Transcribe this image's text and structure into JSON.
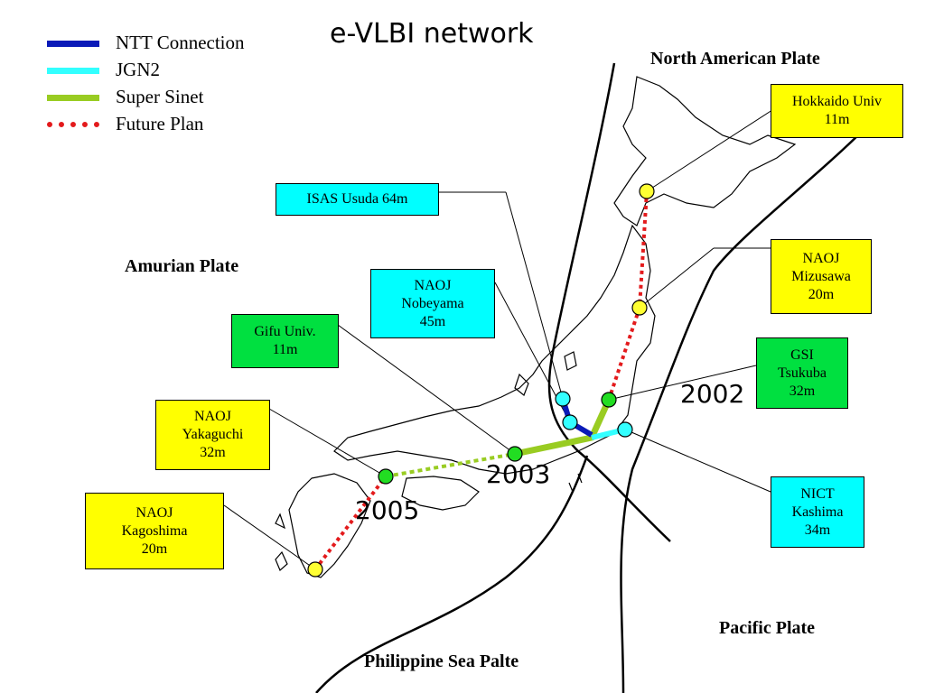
{
  "title": "e-VLBI network",
  "legend": [
    {
      "label": "NTT Connection",
      "color": "#0a1ab8",
      "style": "solid"
    },
    {
      "label": "JGN2",
      "color": "#33ffff",
      "style": "solid"
    },
    {
      "label": "Super Sinet",
      "color": "#99cc22",
      "style": "solid"
    },
    {
      "label": "Future Plan",
      "color": "#e31a1c",
      "style": "dotted"
    }
  ],
  "plates": {
    "north_american": "North American Plate",
    "amurian": "Amurian Plate",
    "pacific": "Pacific Plate",
    "philippine": "Philippine Sea Palte"
  },
  "stations": {
    "hokkaido": "Hokkaido Univ\n11m",
    "mizusawa": "NAOJ\nMizusawa\n20m",
    "tsukuba": "GSI\nTsukuba\n32m",
    "kashima": "NICT\nKashima\n34m",
    "usuda": "ISAS  Usuda 64m",
    "nobeyama": "NAOJ\nNobeyama\n45m",
    "gifu": "Gifu Univ.\n11m",
    "yakaguchi": "NAOJ\nYakaguchi\n32m",
    "kagoshima": "NAOJ\nKagoshima\n20m"
  },
  "years": {
    "y2002": "2002",
    "y2003": "2003",
    "y2005": "2005"
  },
  "colors": {
    "yellow_box": "#ffff00",
    "cyan_box": "#00ffff",
    "green_box": "#00e040",
    "future_plan": "#e31a1c",
    "super_sinet": "#99cc22",
    "jgn2": "#33ffff",
    "ntt": "#0a1ab8"
  }
}
